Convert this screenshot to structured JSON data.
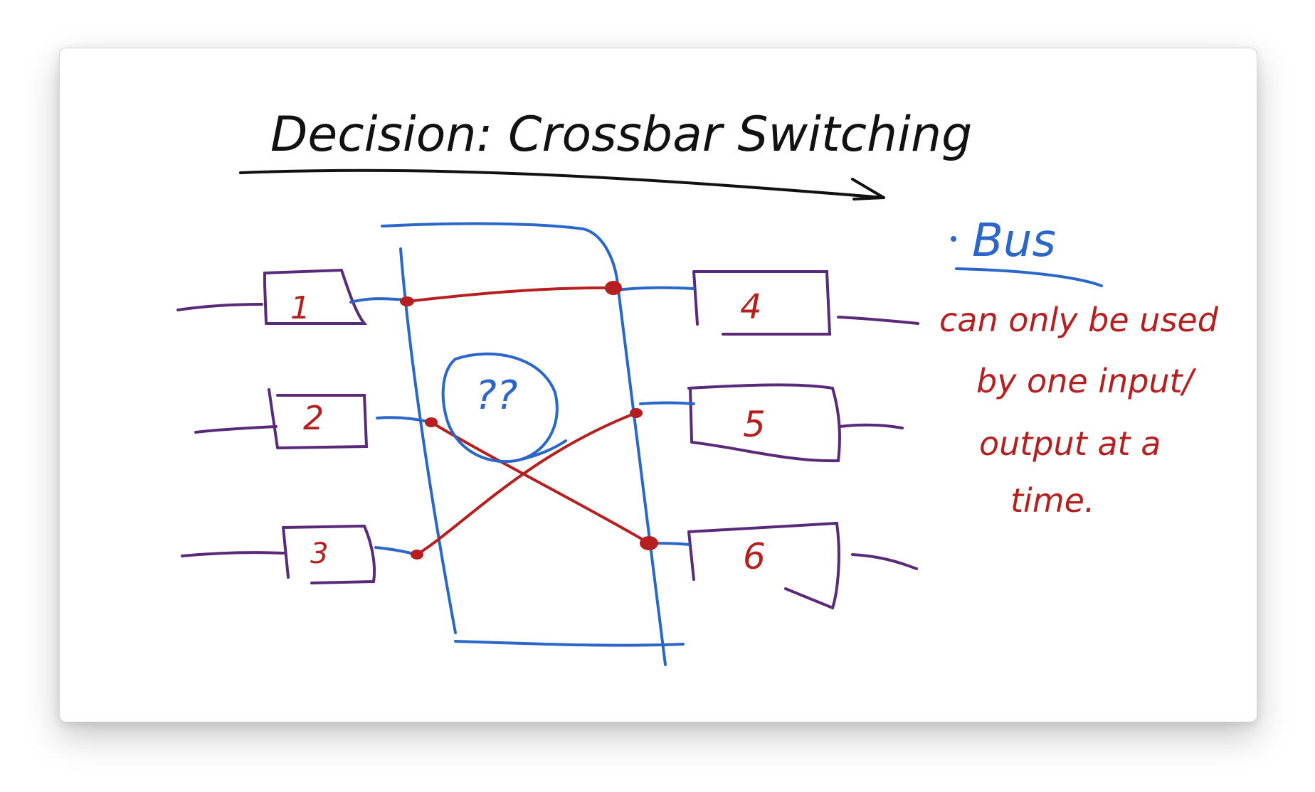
{
  "title": "Decision: Crossbar Switching",
  "inputs": [
    "1",
    "2",
    "3"
  ],
  "outputs": [
    "4",
    "5",
    "6"
  ],
  "switch_label": "??",
  "note": {
    "heading": "Bus",
    "lines": [
      "can only be used",
      "by one input/",
      "output at a",
      "time."
    ]
  },
  "colors": {
    "ink": "#111111",
    "blue": "#2b67c8",
    "red": "#b51f1f",
    "purple": "#5a2a7a"
  }
}
